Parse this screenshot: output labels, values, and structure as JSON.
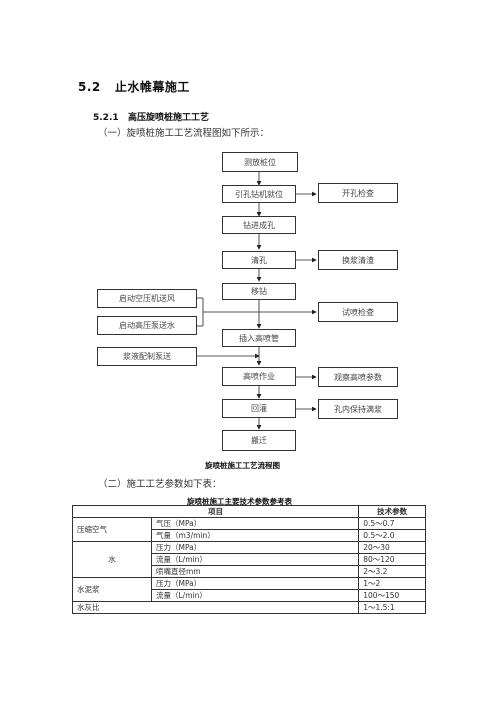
{
  "section": {
    "number": "5.2",
    "title": "止水帷幕施工"
  },
  "subsection": {
    "number": "5.2.1",
    "title": "高压旋喷桩施工工艺"
  },
  "para1": "（一）旋喷桩施工工艺流程图如下所示：",
  "flowchart": {
    "main": [
      "测放桩位",
      "引孔钻机就位",
      "钻进成孔",
      "清孔",
      "移钻",
      "插入高喷管",
      "高喷作业",
      "回灌",
      "搬迁"
    ],
    "right": [
      "开孔检查",
      "换浆清渣",
      "试喷检查",
      "观察高喷参数",
      "孔内保持满浆"
    ],
    "left": [
      "启动空压机送风",
      "启动高压泵送水",
      "浆液配制泵送"
    ],
    "caption": "旋喷桩施工工艺流程图"
  },
  "para2": "（二）施工工艺参数如下表：",
  "table": {
    "caption": "旋喷桩施工主要技术参数参考表",
    "headers": [
      "项目",
      "技术参数"
    ],
    "groups": [
      {
        "name": "压缩空气",
        "rows": [
          [
            "气压（MPa）",
            "0.5～0.7"
          ],
          [
            "气量（m3/min）",
            "0.5～2.0"
          ]
        ]
      },
      {
        "name": "水",
        "rows": [
          [
            "压力（MPa）",
            "20～30"
          ],
          [
            "流量（L/min）",
            "80～120"
          ],
          [
            "喷嘴直径mm",
            "2～3.2"
          ]
        ]
      },
      {
        "name": "水泥浆",
        "rows": [
          [
            "压力（MPa）",
            "1～2"
          ],
          [
            "流量（L/min）",
            "100～150"
          ]
        ]
      }
    ],
    "last": [
      "水灰比",
      "1～1.5:1"
    ]
  }
}
